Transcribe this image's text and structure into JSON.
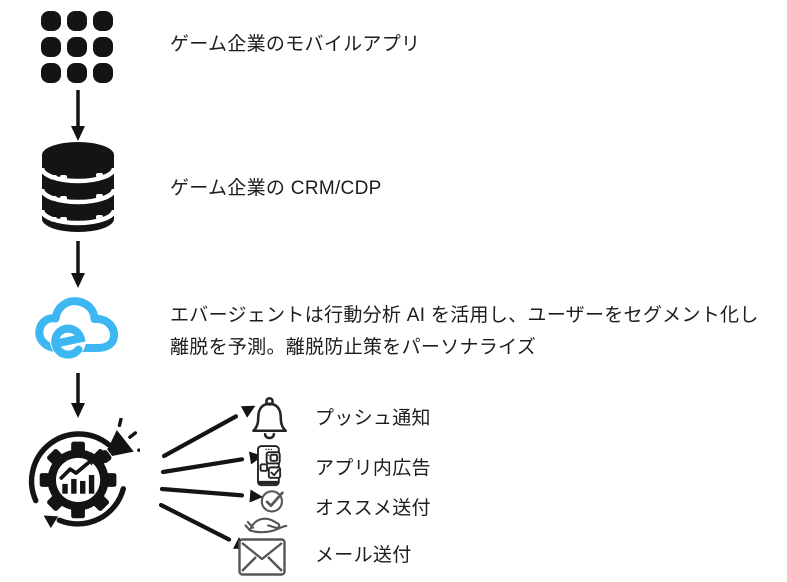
{
  "colors": {
    "icon_black": "#141414",
    "cloud_blue": "#3db7f2",
    "text": "#1d1d1f",
    "outline_dark": "#242424",
    "outline_gray": "#555555"
  },
  "flow": {
    "steps": [
      {
        "name": "mobile-app",
        "icon": "app-grid-icon",
        "label": "ゲーム企業のモバイルアプリ"
      },
      {
        "name": "crm-cdp",
        "icon": "database-icon",
        "label": "ゲーム企業の CRM/CDP"
      },
      {
        "name": "evergent-ai",
        "icon": "evergent-cloud-icon",
        "lines": [
          "エバージェントは行動分析 AI を活用し、ユーザーをセグメント化し",
          "離脱を予測。離脱防止策をパーソナライズ"
        ]
      },
      {
        "name": "marketing-automation",
        "icon": "automation-gear-megaphone-icon"
      }
    ],
    "channels": [
      {
        "name": "push-notification",
        "icon": "bell-icon",
        "label": "プッシュ通知"
      },
      {
        "name": "in-app-ad",
        "icon": "smartphone-ad-icon",
        "label": "アプリ内広告"
      },
      {
        "name": "recommendation",
        "icon": "hand-check-icon",
        "label": "オススメ送付"
      },
      {
        "name": "email",
        "icon": "envelope-icon",
        "label": "メール送付"
      }
    ]
  }
}
